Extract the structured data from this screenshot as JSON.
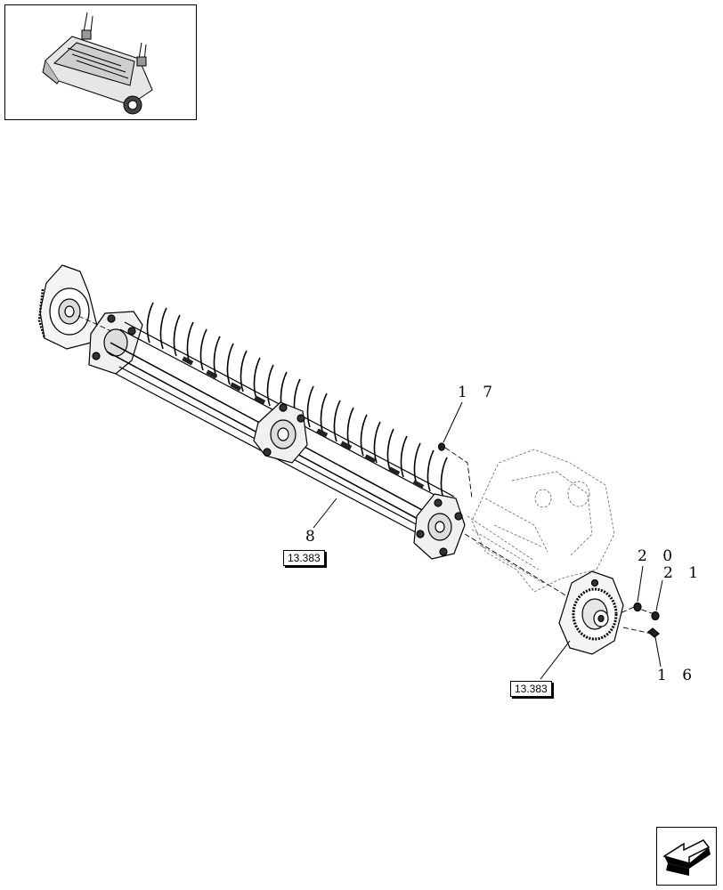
{
  "callouts": {
    "c17": "1 7",
    "c8": "8",
    "c20": "2 0",
    "c21": "2 1",
    "c16": "1 6"
  },
  "refs": {
    "left_ref": "13.383",
    "right_ref": "13.383"
  },
  "icons": {
    "thumbnail": "machine-overview-thumbnail",
    "navigation": "arrow-next-page-icon"
  }
}
